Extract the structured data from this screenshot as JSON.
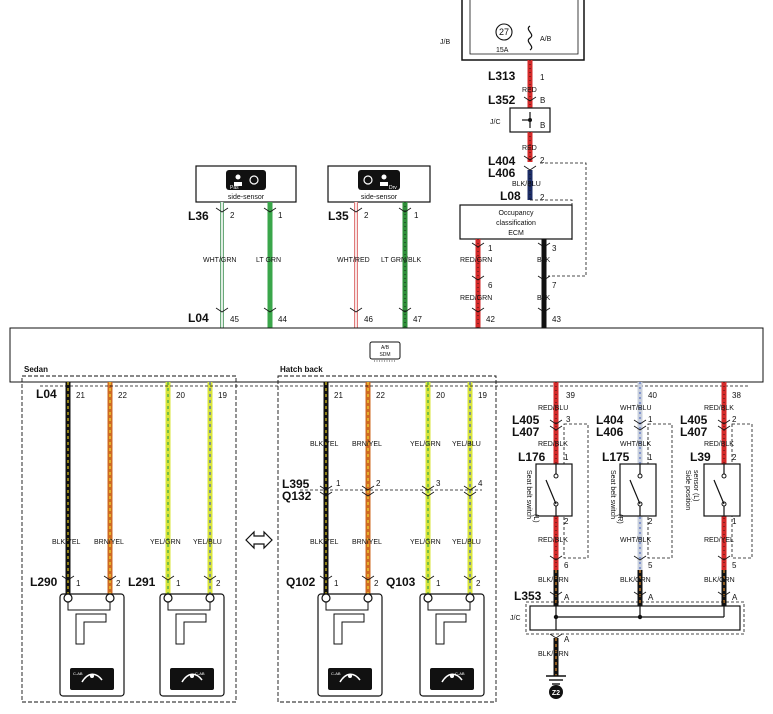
{
  "power": {
    "jb_label": "J/B",
    "fuse_number": "27",
    "fuse_rating": "15A",
    "fuse_name": "A/B"
  },
  "top": {
    "l313": "L313",
    "l313_pin": "1",
    "l313_color": "RED",
    "l352": "L352",
    "l352_pin": "B",
    "jc_label": "J/C",
    "jc_pin": "B",
    "jc_color": "RED",
    "l404": "L404",
    "l404_pin": "2",
    "l406": "L406",
    "l406_color": "BLK/BLU",
    "l08": "L08",
    "l08_pin": "2"
  },
  "ecm": {
    "line1": "Occupancy",
    "line2": "classification",
    "line3": "ECM",
    "pin1": "1",
    "pin3": "3",
    "wire1_color": "RED/GRN",
    "wire3_color": "BLK"
  },
  "side_sensors": {
    "label1": "side-sensor",
    "label2": "side-sensor",
    "l36": "L36",
    "l36_pin2": "2",
    "l36_pin1": "1",
    "l35": "L35",
    "l35_pin2": "2",
    "l35_pin1": "1",
    "icon1_text": "Pas",
    "icon2_text": "Drv",
    "wire_colors": [
      "WHT/GRN",
      "LT GRN",
      "WHT/RED",
      "LT GRN/BLK"
    ]
  },
  "ecm_lower": {
    "pin6": "6",
    "pin7": "7",
    "wire6_color": "RED/GRN",
    "wire7_color": "BLK"
  },
  "sdm_row": {
    "l04": "L04",
    "pins": [
      "45",
      "44",
      "46",
      "47",
      "42",
      "43"
    ],
    "sdm_line1": "A/B",
    "sdm_line2": "SDM"
  },
  "sedan": {
    "title": "Sedan",
    "l04": "L04",
    "pins": [
      "21",
      "22",
      "20",
      "19"
    ],
    "wire_colors": [
      "BLK/YEL",
      "BRN/YEL",
      "YEL/GRN",
      "YEL/BLU"
    ],
    "l290": "L290",
    "l291": "L291",
    "pin1": "1",
    "pin2": "2",
    "mod1_text": "C-AB",
    "mod2_text": "C-AB"
  },
  "hatch": {
    "title": "Hatch back",
    "pins": [
      "21",
      "22",
      "20",
      "19"
    ],
    "wire_colors_top": [
      "BLK/YEL",
      "BRN/YEL",
      "YEL/GRN",
      "YEL/BLU"
    ],
    "l395": "L395",
    "q132": "Q132",
    "mid_pins": [
      "1",
      "2",
      "3",
      "4"
    ],
    "wire_colors_bottom": [
      "BLK/YEL",
      "BRN/YEL",
      "YEL/GRN",
      "YEL/BLU"
    ],
    "q102": "Q102",
    "q103": "Q103",
    "pin1": "1",
    "pin2": "2",
    "mod1_text": "C-AB",
    "mod2_text": "C-AB"
  },
  "right": {
    "pins_top": [
      "39",
      "40",
      "38"
    ],
    "colors_top": [
      "RED/BLU",
      "WHT/BLU",
      "RED/BLK"
    ],
    "l405a": "L405",
    "l407a": "L407",
    "l405a_pin": "3",
    "l404": "L404",
    "l406": "L406",
    "l404_pin": "1",
    "l405b": "L405",
    "l407b": "L407",
    "l405b_pin": "2",
    "colors_mid": [
      "RED/BLK",
      "WHT/BLK",
      "RED/BLK"
    ],
    "l176": "L176",
    "l175": "L175",
    "l39": "L39",
    "sw_pins_top": [
      "1",
      "1",
      "2"
    ],
    "sw_pins_bottom": [
      "2",
      "2",
      "1"
    ],
    "sw1_label1": "Seat belt switch",
    "sw1_label2": "(L)",
    "sw2_label1": "Seat belt switch",
    "sw2_label2": "(R)",
    "sw3_label1": "Side position",
    "sw3_label2": "sensor (L)",
    "colors_low": [
      "RED/BLK",
      "WHT/BLK",
      "RED/YEL"
    ],
    "pins_low": [
      "6",
      "5",
      "5"
    ],
    "colors_gnd": [
      "BLK/ORN",
      "BLK/ORN",
      "BLK/ORN"
    ],
    "l353": "L353",
    "jc_pins": [
      "A",
      "A",
      "A"
    ],
    "jc_label": "J/C",
    "jc_out_pin": "A",
    "gnd_color": "BLK/ORN",
    "ground_number": "Z2"
  }
}
